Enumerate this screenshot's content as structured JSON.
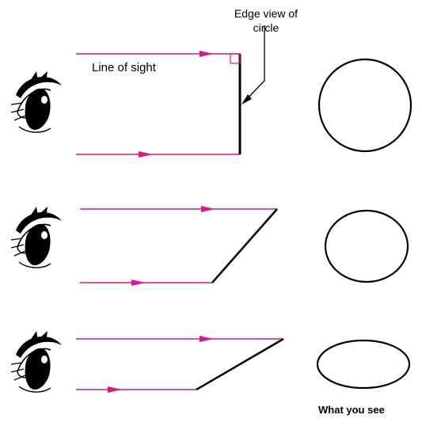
{
  "labels": {
    "edge_view_line1": "Edge view of",
    "edge_view_line2": "circle",
    "line_of_sight": "Line of sight",
    "what_you_see": "What you see"
  },
  "colors": {
    "sight_line": "#e0148c",
    "ink": "#000000",
    "background": "#ffffff"
  },
  "panels": [
    {
      "name": "face-on",
      "view_shape": "circle"
    },
    {
      "name": "tilted",
      "view_shape": "ellipse"
    },
    {
      "name": "more-tilted",
      "view_shape": "flat-ellipse"
    }
  ]
}
